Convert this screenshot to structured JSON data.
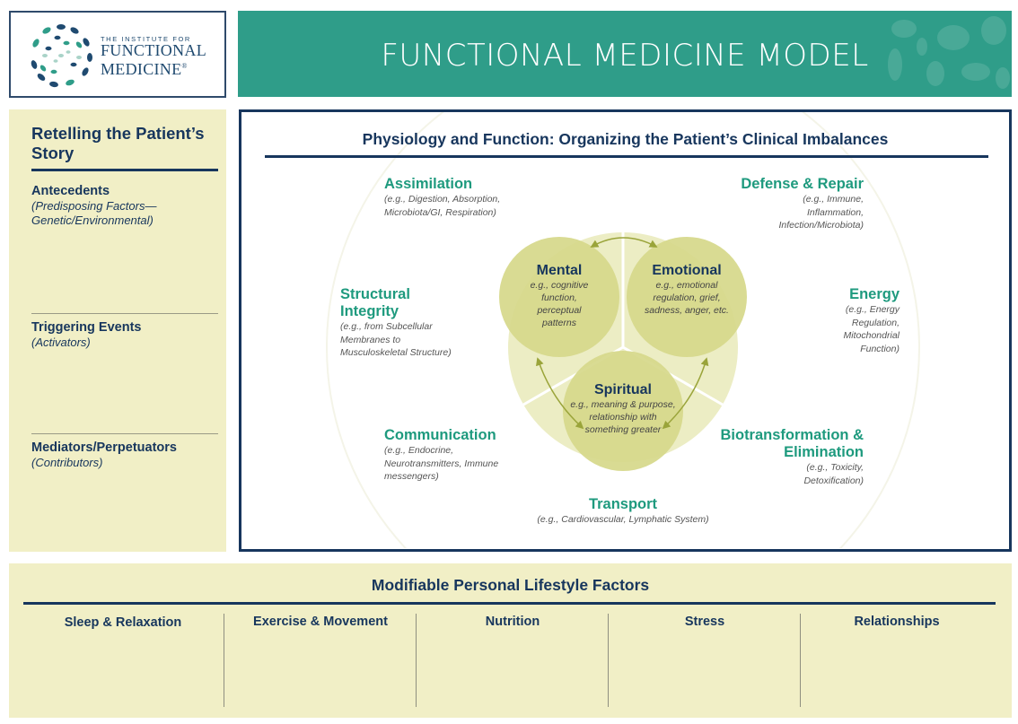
{
  "logo": {
    "line1": "THE INSTITUTE FOR",
    "line2": "FUNCTIONAL",
    "line3": "MEDICINE",
    "registered": "®",
    "icon": "dotted-circle-logo-icon"
  },
  "header": {
    "title": "FUNCTIONAL MEDICINE MODEL",
    "background_color": "#2f9d89"
  },
  "story": {
    "title": "Retelling the Patient’s Story",
    "items": [
      {
        "heading": "Antecedents",
        "subtitle": "(Predisposing Factors— Genetic/Environmental)"
      },
      {
        "heading": "Triggering Events",
        "subtitle": "(Activators)"
      },
      {
        "heading": "Mediators/Perpetuators",
        "subtitle": "(Contributors)"
      }
    ]
  },
  "physiology": {
    "title": "Physiology and Function: Organizing the Patient’s Clinical Imbalances",
    "systems": {
      "assimilation": {
        "heading": "Assimilation",
        "detail": "(e.g., Digestion, Absorption, Microbiota/GI, Respiration)"
      },
      "defense": {
        "heading": "Defense & Repair",
        "detail": "(e.g., Immune, Inflammation, Infection/Microbiota)"
      },
      "structural": {
        "heading": "Structural Integrity",
        "detail": "(e.g., from Subcellular Membranes to Musculoskeletal Structure)"
      },
      "energy": {
        "heading": "Energy",
        "detail": "(e.g., Energy Regulation, Mitochondrial Function)"
      },
      "communication": {
        "heading": "Communication",
        "detail": "(e.g., Endocrine, Neurotransmitters, Immune messengers)"
      },
      "biotransformation": {
        "heading": "Biotransformation & Elimination",
        "detail": "(e.g., Toxicity, Detoxification)"
      },
      "transport": {
        "heading": "Transport",
        "detail": "(e.g., Cardiovascular, Lymphatic System)"
      }
    },
    "core": {
      "mental": {
        "heading": "Mental",
        "detail": "e.g., cognitive function, perceptual patterns"
      },
      "emotional": {
        "heading": "Emotional",
        "detail": "e.g., emotional regulation, grief, sadness, anger, etc."
      },
      "spiritual": {
        "heading": "Spiritual",
        "detail": "e.g., meaning & purpose, relationship with something greater"
      }
    },
    "colors": {
      "system_heading": "#1e9a7e",
      "core_heading": "#17365d",
      "core_circle": "#d6d88a",
      "outer_circle": "#ecedc4"
    }
  },
  "lifestyle": {
    "title": "Modifiable Personal Lifestyle Factors",
    "factors": [
      {
        "label": "Sleep & Relaxation"
      },
      {
        "label": "Exercise & Movement"
      },
      {
        "label": "Nutrition"
      },
      {
        "label": "Stress"
      },
      {
        "label": "Relationships"
      }
    ]
  }
}
